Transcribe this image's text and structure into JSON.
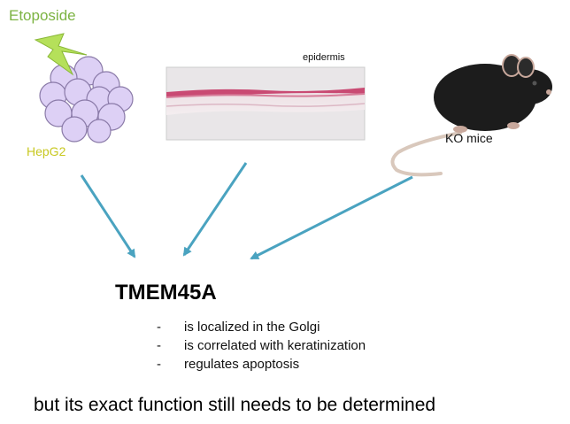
{
  "labels": {
    "etoposide": "Etoposide",
    "hepg2": "HepG2",
    "epidermis": "epidermis",
    "ko_mice": "KO mice"
  },
  "title": "TMEM45A",
  "findings": [
    "is localized in the Golgi",
    "is correlated with keratinization",
    "regulates apoptosis"
  ],
  "conclusion": "but its exact function still needs to be determined",
  "colors": {
    "arrow": "#4aa3c0",
    "etoposide_text": "#7cb342",
    "lightning": "#b5e05a",
    "cells": "#ddd0f5",
    "hepg2_text": "#c8c820",
    "mouse": "#1c1c1c",
    "tissue_stain": "#c94a73"
  },
  "icons": [
    "lightning-bolt-icon",
    "cell-cluster-icon",
    "mouse-icon"
  ]
}
